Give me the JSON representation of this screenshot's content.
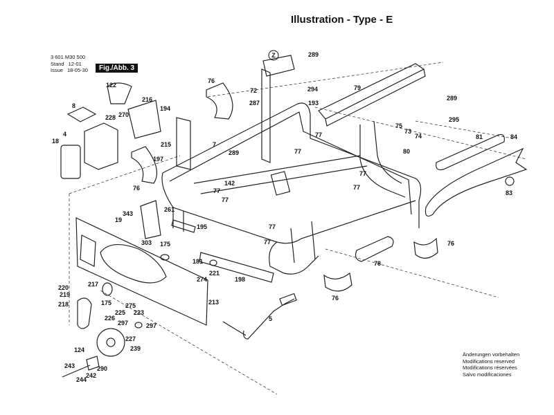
{
  "title": "Illustration - Type - E",
  "header": {
    "part_number": "3 601 M30 500",
    "stand_label": "Stand",
    "issue_label": "Issue",
    "stand_value": "12-01",
    "issue_value": "18-05-30",
    "figure_label": "Fig./Abb. 3"
  },
  "notes": [
    "Änderungen vorbehalten",
    "Modifications reserved",
    "Modifications réservées",
    "Salvo modificaciones"
  ],
  "callouts": [
    {
      "id": "z",
      "label": "Z"
    },
    {
      "id": "289a",
      "label": "289"
    },
    {
      "id": "72",
      "label": "72"
    },
    {
      "id": "294",
      "label": "294"
    },
    {
      "id": "79",
      "label": "79"
    },
    {
      "id": "289b",
      "label": "289"
    },
    {
      "id": "295",
      "label": "295"
    },
    {
      "id": "287",
      "label": "287"
    },
    {
      "id": "193",
      "label": "193"
    },
    {
      "id": "77a",
      "label": "77"
    },
    {
      "id": "77b",
      "label": "77"
    },
    {
      "id": "75",
      "label": "75"
    },
    {
      "id": "73",
      "label": "73"
    },
    {
      "id": "74",
      "label": "74"
    },
    {
      "id": "80",
      "label": "80"
    },
    {
      "id": "81",
      "label": "81"
    },
    {
      "id": "84",
      "label": "84"
    },
    {
      "id": "83",
      "label": "83"
    },
    {
      "id": "76a",
      "label": "76"
    },
    {
      "id": "122",
      "label": "122"
    },
    {
      "id": "8",
      "label": "8"
    },
    {
      "id": "270",
      "label": "270"
    },
    {
      "id": "216",
      "label": "216"
    },
    {
      "id": "228",
      "label": "228"
    },
    {
      "id": "194",
      "label": "194"
    },
    {
      "id": "4",
      "label": "4"
    },
    {
      "id": "18",
      "label": "18"
    },
    {
      "id": "215",
      "label": "215"
    },
    {
      "id": "197",
      "label": "197"
    },
    {
      "id": "7",
      "label": "7"
    },
    {
      "id": "289c",
      "label": "289"
    },
    {
      "id": "76b",
      "label": "76"
    },
    {
      "id": "142",
      "label": "142"
    },
    {
      "id": "77c",
      "label": "77"
    },
    {
      "id": "77d",
      "label": "77"
    },
    {
      "id": "77e",
      "label": "77"
    },
    {
      "id": "77f",
      "label": "77"
    },
    {
      "id": "261",
      "label": "261"
    },
    {
      "id": "343",
      "label": "343"
    },
    {
      "id": "19",
      "label": "19"
    },
    {
      "id": "303",
      "label": "303"
    },
    {
      "id": "195",
      "label": "195"
    },
    {
      "id": "77g",
      "label": "77"
    },
    {
      "id": "77h",
      "label": "77"
    },
    {
      "id": "175a",
      "label": "175"
    },
    {
      "id": "76c",
      "label": "76"
    },
    {
      "id": "78",
      "label": "78"
    },
    {
      "id": "181",
      "label": "181"
    },
    {
      "id": "221",
      "label": "221"
    },
    {
      "id": "274",
      "label": "274"
    },
    {
      "id": "198",
      "label": "198"
    },
    {
      "id": "76d",
      "label": "76"
    },
    {
      "id": "220",
      "label": "220"
    },
    {
      "id": "217",
      "label": "217"
    },
    {
      "id": "219",
      "label": "219"
    },
    {
      "id": "218",
      "label": "218"
    },
    {
      "id": "175b",
      "label": "175"
    },
    {
      "id": "275",
      "label": "275"
    },
    {
      "id": "213",
      "label": "213"
    },
    {
      "id": "225",
      "label": "225"
    },
    {
      "id": "223",
      "label": "223"
    },
    {
      "id": "226",
      "label": "226"
    },
    {
      "id": "297a",
      "label": "297"
    },
    {
      "id": "297b",
      "label": "297"
    },
    {
      "id": "227",
      "label": "227"
    },
    {
      "id": "239",
      "label": "239"
    },
    {
      "id": "5",
      "label": "5"
    },
    {
      "id": "124",
      "label": "124"
    },
    {
      "id": "243",
      "label": "243"
    },
    {
      "id": "290",
      "label": "290"
    },
    {
      "id": "242",
      "label": "242"
    },
    {
      "id": "244",
      "label": "244"
    }
  ]
}
